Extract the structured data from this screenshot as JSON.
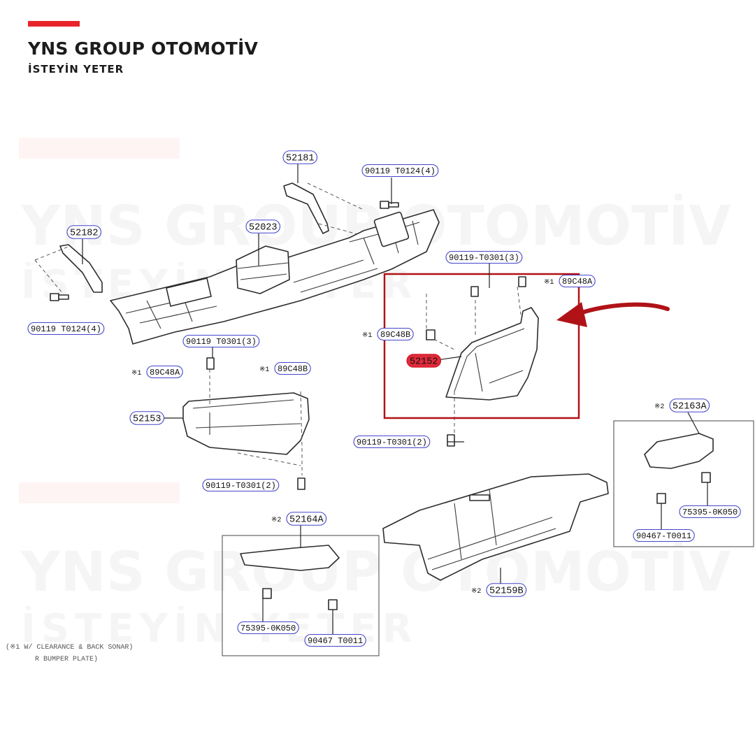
{
  "brand": {
    "title": "YNS GROUP OTOMOTİV",
    "subtitle": "İSTEYİN YETER",
    "accent": "#e8252b"
  },
  "watermark": {
    "line1": "YNS GROUP OTOMOTİV",
    "line2": "İSTEYİN YETER"
  },
  "diagram": {
    "highlight_color": "#b01217",
    "highlighted_part": "52152",
    "labels": [
      {
        "id": "52181",
        "text": "52181",
        "main": true
      },
      {
        "id": "bolt-a",
        "text": "90119 T0124(4)"
      },
      {
        "id": "52182",
        "text": "52182",
        "main": true
      },
      {
        "id": "52023",
        "text": "52023",
        "main": true
      },
      {
        "id": "bolt-b",
        "text": "90119 T0124(4)"
      },
      {
        "id": "bolt-c",
        "text": "90119-T0301(3)"
      },
      {
        "id": "clip-a",
        "text": "89C48A",
        "prefix": "※1"
      },
      {
        "id": "clip-b",
        "text": "89C48B",
        "prefix": "※1"
      },
      {
        "id": "52152",
        "text": "52152",
        "main": true,
        "highlight": true
      },
      {
        "id": "bolt-d",
        "text": "90119 T0301(3)"
      },
      {
        "id": "clip-c",
        "text": "89C48A",
        "prefix": "※1"
      },
      {
        "id": "clip-d",
        "text": "89C48B",
        "prefix": "※1"
      },
      {
        "id": "52153",
        "text": "52153",
        "main": true
      },
      {
        "id": "bolt-e",
        "text": "90119-T0301(2)"
      },
      {
        "id": "bolt-f",
        "text": "90119-T0301(2)"
      },
      {
        "id": "52163A",
        "text": "52163A",
        "main": true,
        "prefix": "※2"
      },
      {
        "id": "75395a",
        "text": "75395-0K050"
      },
      {
        "id": "90467a",
        "text": "90467-T0011"
      },
      {
        "id": "52164A",
        "text": "52164A",
        "main": true,
        "prefix": "※2"
      },
      {
        "id": "75395b",
        "text": "75395-0K050"
      },
      {
        "id": "90467b",
        "text": "90467 T0011"
      },
      {
        "id": "52159B",
        "text": "52159B",
        "main": true,
        "prefix": "※2"
      }
    ],
    "footnote_1": "(※1 W/ CLEARANCE & BACK SONAR)",
    "footnote_2": "R BUMPER PLATE)"
  }
}
